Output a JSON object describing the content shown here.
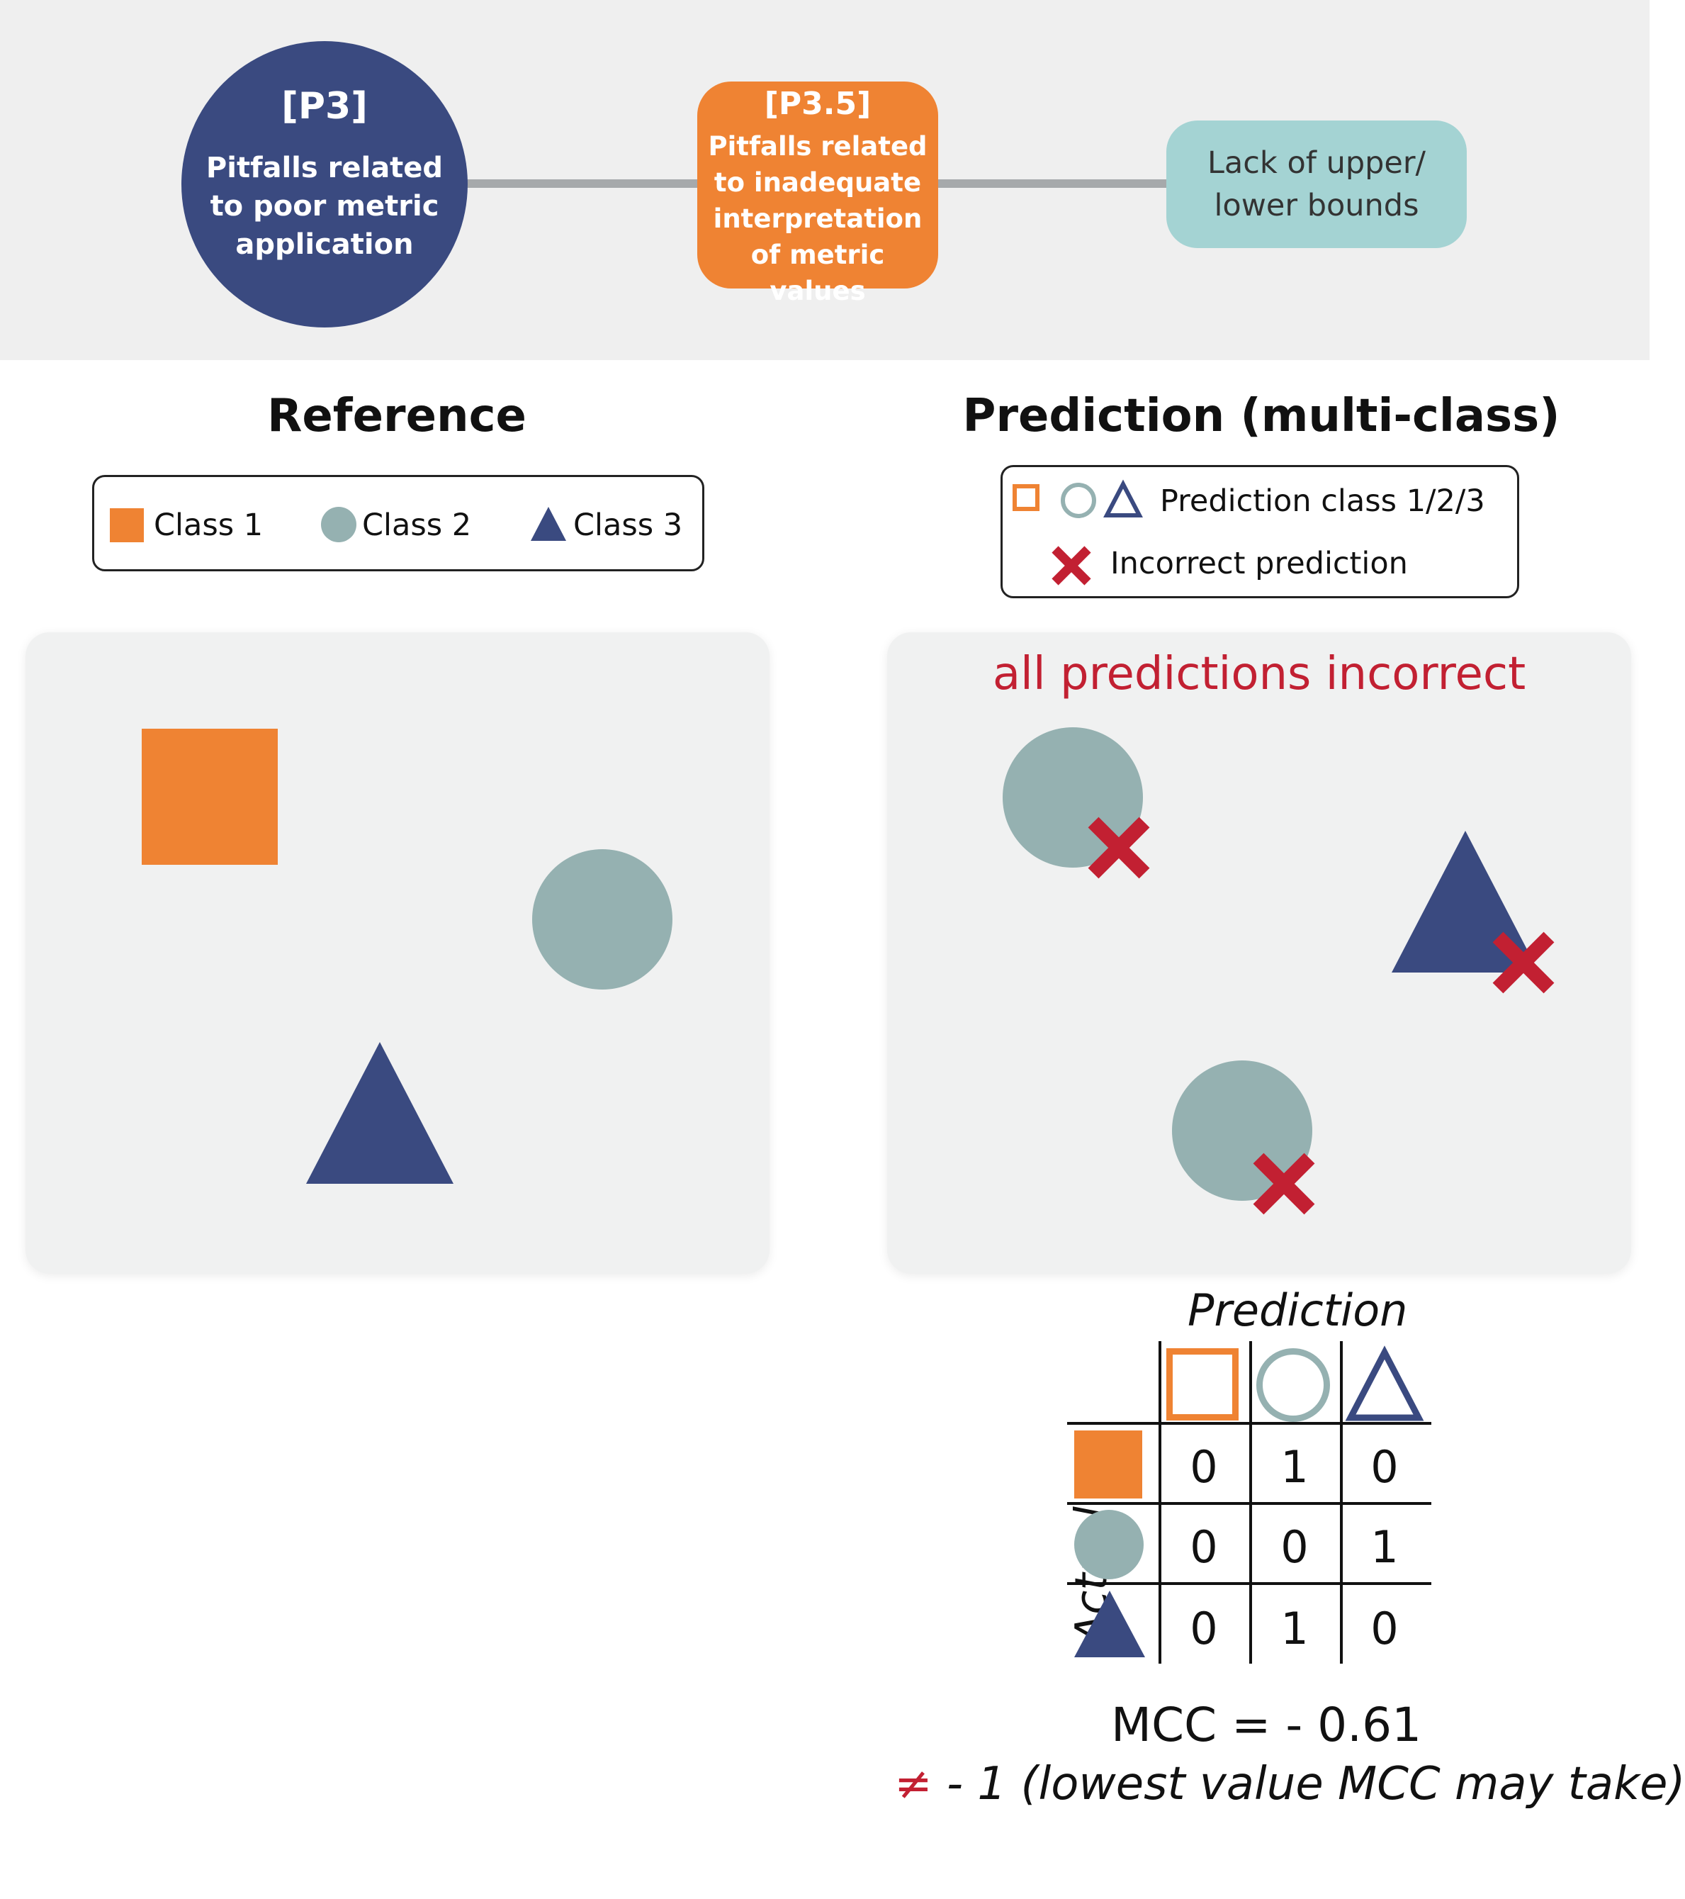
{
  "header": {
    "p3_code": "[P3]",
    "p3_text": "Pitfalls related to poor metric application",
    "p35_code": "[P3.5]",
    "p35_text": "Pitfalls related to inadequate interpretation of metric values",
    "bounds_text": "Lack of upper/ lower bounds"
  },
  "reference": {
    "title": "Reference",
    "legend": [
      {
        "icon": "square",
        "label": "Class 1"
      },
      {
        "icon": "circle",
        "label": "Class 2"
      },
      {
        "icon": "triangle",
        "label": "Class 3"
      }
    ]
  },
  "prediction": {
    "title": "Prediction (multi-class)",
    "legend_classes": "Prediction class 1/2/3",
    "legend_incorrect": "Incorrect prediction",
    "banner": "all predictions incorrect"
  },
  "matrix": {
    "prediction_label": "Prediction",
    "actual_label": "Actual",
    "rows": [
      [
        "0",
        "1",
        "0"
      ],
      [
        "0",
        "0",
        "1"
      ],
      [
        "0",
        "1",
        "0"
      ]
    ]
  },
  "result": {
    "mcc": "MCC = - 0.61",
    "neq_symbol": "≠",
    "note": " - 1 (lowest value MCC may take)"
  },
  "colors": {
    "navy": "#3a4a80",
    "orange": "#ef8333",
    "teal": "#95b1b1",
    "light_teal": "#a4d3d3",
    "red": "#c22032"
  }
}
